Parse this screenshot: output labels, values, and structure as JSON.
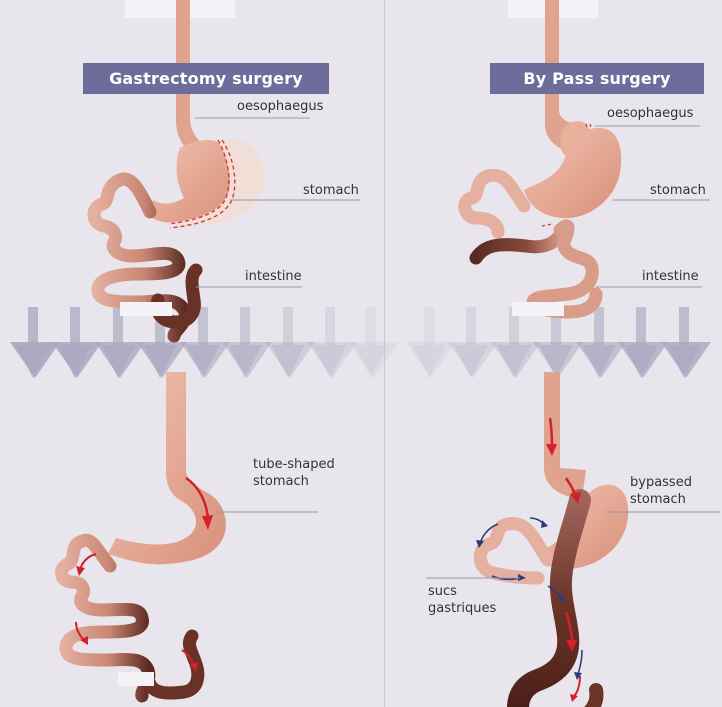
{
  "left": {
    "title": "Gastrectomy surgery",
    "labels": {
      "oesophagus": "oesophaegus",
      "stomach": "stomach",
      "intestine": "intestine",
      "tube_line1": "tube-shaped",
      "tube_line2": "stomach"
    }
  },
  "right": {
    "title": "By Pass surgery",
    "labels": {
      "oesophagus": "oesophaegus",
      "stomach": "stomach",
      "intestine": "intestine",
      "bypassed_line1": "bypassed",
      "bypassed_line2": "stomach",
      "sucs_line1": "sucs",
      "sucs_line2": "gastriques"
    }
  },
  "colors": {
    "banner": "#6e6c9a",
    "organ": "#e0a48e",
    "organ_dark": "#5a2a22",
    "arrow_red": "#d4202a",
    "arrow_blue": "#2b3a7a",
    "down_arrow": "#b7b5c8"
  }
}
